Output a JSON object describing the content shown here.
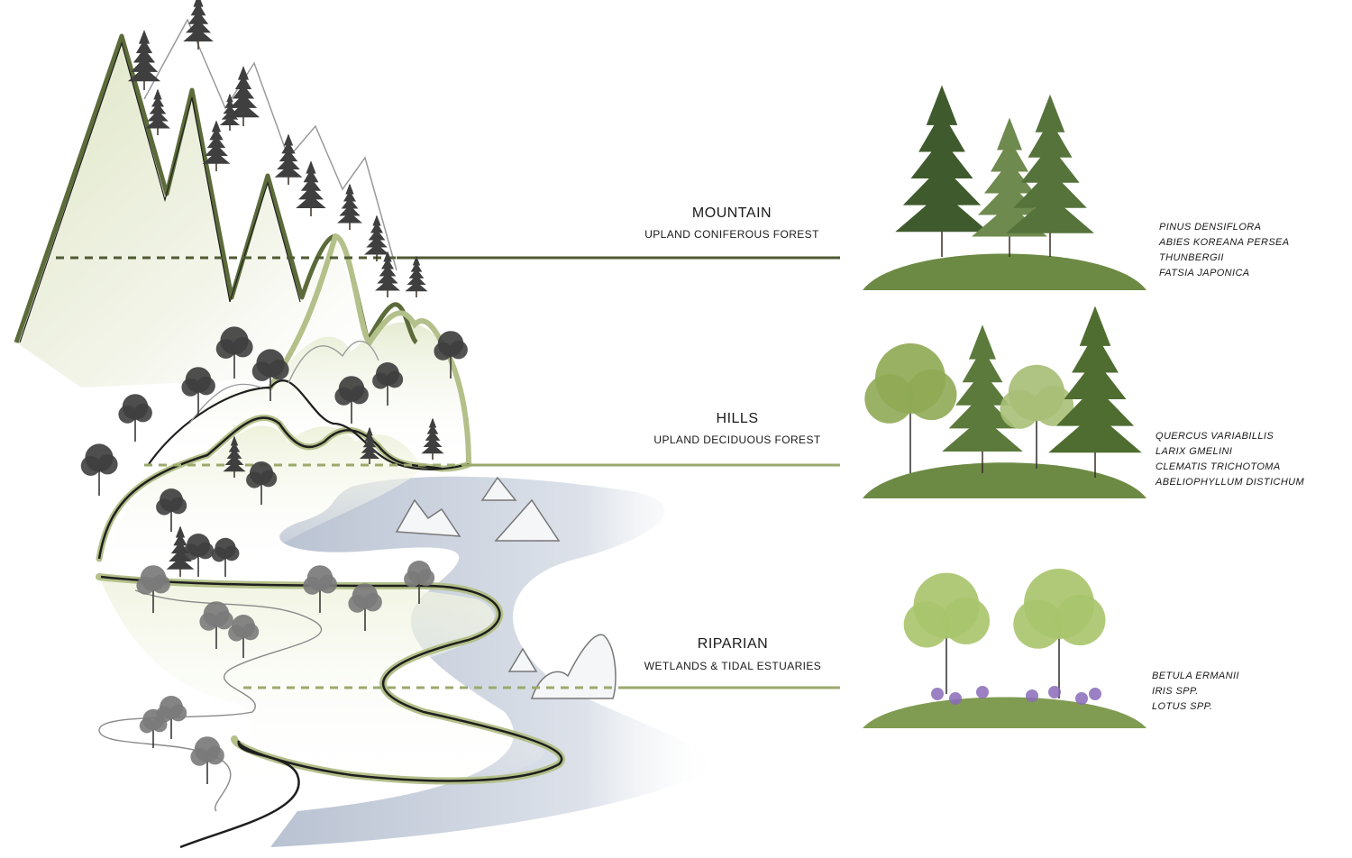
{
  "zones": [
    {
      "id": "mountain",
      "title": "MOUNTAIN",
      "subtitle": "UPLAND CONIFEROUS FOREST",
      "line_color": "#4f5a33",
      "species": [
        "PINUS DENSIFLORA",
        "ABIES KOREANA PERSEA",
        "THUNBERGII",
        "FATSIA JAPONICA"
      ]
    },
    {
      "id": "hills",
      "title": "HILLS",
      "subtitle": "UPLAND DECIDUOUS FOREST",
      "line_color": "#9aaa6d",
      "species": [
        "QUERCUS VARIABILLIS",
        "LARIX GMELINI",
        "CLEMATIS TRICHOTOMA",
        "ABELIOPHYLLUM DISTICHUM"
      ]
    },
    {
      "id": "riparian",
      "title": "RIPARIAN",
      "subtitle": "WETLANDS & TIDAL ESTUARIES",
      "line_color": "#9aaa6d",
      "species": [
        "BETULA ERMANII",
        "IRIS SPP.",
        "LOTUS SPP."
      ]
    }
  ],
  "colors": {
    "mountain_outline": "#5c6b3a",
    "hill_outline": "#b3c08a",
    "terrain_fill": "#eef1df",
    "water_fill": "#c7cfdc",
    "tree_dark": "#3f3f3f",
    "tree_grey": "#7a7a7a",
    "conifer_green": "#3f5a2c",
    "deciduous_green": "#8faa55",
    "birch_green": "#a9c46c",
    "iris_purple": "#8a6bb8",
    "ground_green": "#6d8a45"
  }
}
